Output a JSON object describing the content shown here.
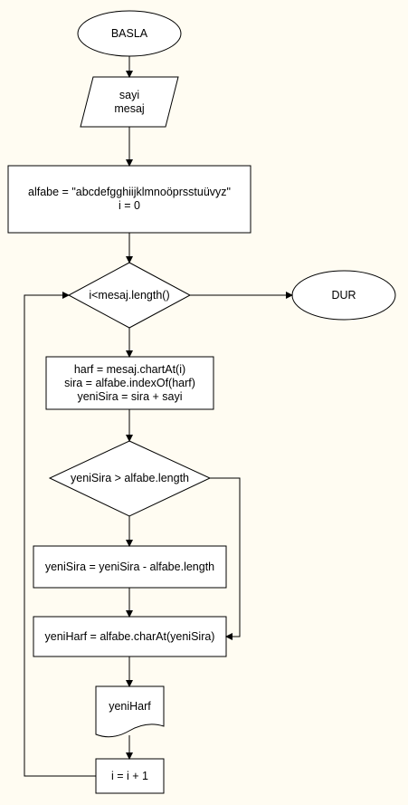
{
  "flowchart": {
    "start": "BASLA",
    "input": [
      "sayi",
      "mesaj"
    ],
    "init": [
      "alfabe = \"abcdefgghiijklmnoöprsstuüvyz\"",
      "i = 0"
    ],
    "loop_condition": "i<mesaj.length()",
    "stop": "DUR",
    "body": [
      "harf = mesaj.chartAt(i)",
      "sira = alfabe.indexOf(harf)",
      "yeniSira = sira + sayi"
    ],
    "wrap_condition": "yeniSira > alfabe.length",
    "wrap_step": "yeniSira = yeniSira - alfabe.length",
    "lookup_step": "yeniHarf = alfabe.charAt(yeniSira)",
    "output": "yeniHarf",
    "increment": "i = i + 1"
  }
}
